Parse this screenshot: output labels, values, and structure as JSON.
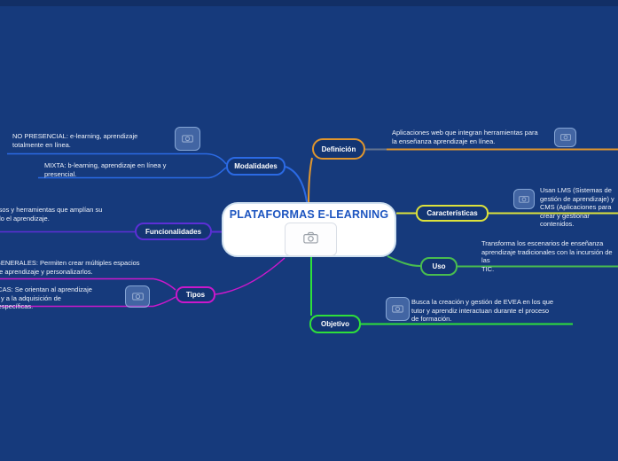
{
  "canvas": {
    "colors": {
      "background": "#163a7c",
      "top_strip": "#122f66",
      "title_blue": "#1d55c0",
      "orange": "#e0962e",
      "yellow": "#dde23c",
      "green": "#49bd4f",
      "bright_green": "#2ee03a",
      "blue": "#2b6ae4",
      "purple": "#5c2fd6",
      "magenta": "#cb18cb"
    }
  },
  "center": {
    "title": "PLATAFORMAS E-LEARNING"
  },
  "branches": {
    "definicion": {
      "label": "Definición",
      "text": "Aplicaciones web que integran herramientas para\nla enseñanza aprendizaje en línea."
    },
    "caracteristicas": {
      "label": "Características",
      "text": "Usan LMS (Sistemas de gestión de aprendizaje) y\nCMS (Aplicaciones para crear y gestionar\ncontenidos."
    },
    "uso": {
      "label": "Uso",
      "text": "Transforma los escenarios de enseñanza\naprendizaje tradicionales con la incursión de las\nTIC."
    },
    "objetivo": {
      "label": "Objetivo",
      "text": "Busca la creación y gestión de EVEA en los que\ntutor y aprendiz interactuan durante el proceso\nde formación."
    },
    "modalidades": {
      "label": "Modalidades",
      "items": [
        {
          "text": "NO PRESENCIAL: e-learning, aprendizaje\ntotalmente en línea."
        },
        {
          "text": "MIXTA: b-learning, aprendizaje en línea y\npresencial."
        }
      ]
    },
    "funcionalidades": {
      "label": "Funcionalidades",
      "text": "Ofrece recursos y herramientas que amplían su\nuso facilitando el aprendizaje."
    },
    "tipos": {
      "label": "Tipos",
      "items": [
        {
          "text": "GENERALES: Permiten crear múltiples espacios\nde aprendizaje y personalizarlos."
        },
        {
          "text": "ESPECÍFICAS: Se orientan al aprendizaje\nde un área y a  la adquisición de\ndestrezas específicas."
        }
      ]
    }
  }
}
